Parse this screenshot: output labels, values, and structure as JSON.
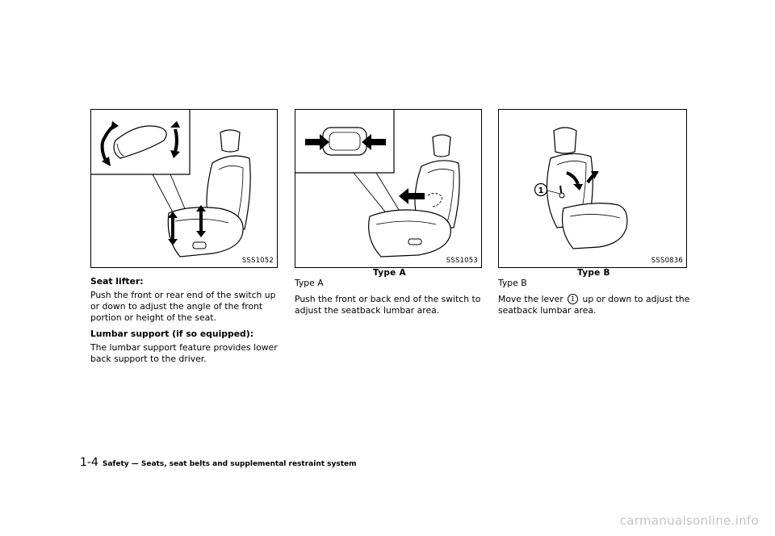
{
  "figures": [
    {
      "code": "SSS1052",
      "caption": ""
    },
    {
      "code": "SSS1053",
      "caption": "Type A"
    },
    {
      "code": "SSS0836",
      "caption": "Type B"
    }
  ],
  "col1": {
    "heading1": "Seat lifter:",
    "para1": "Push the front or rear end of the switch up or down to adjust the angle of the front portion or height of the seat.",
    "heading2": "Lumbar support (if so equipped):",
    "para2": "The lumbar support feature provides lower back support to the driver."
  },
  "col2": {
    "label": "Type A",
    "para": "Push the front or back end of the switch to adjust the seatback lumbar area."
  },
  "col3": {
    "label": "Type B",
    "para_before": "Move the lever",
    "marker": "1",
    "para_after": "up or down to adjust the seatback lumbar area."
  },
  "footer": {
    "page_number": "1-4",
    "section": "Safety — Seats, seat belts and supplemental restraint system"
  },
  "watermark": "carmanualsonline.info"
}
